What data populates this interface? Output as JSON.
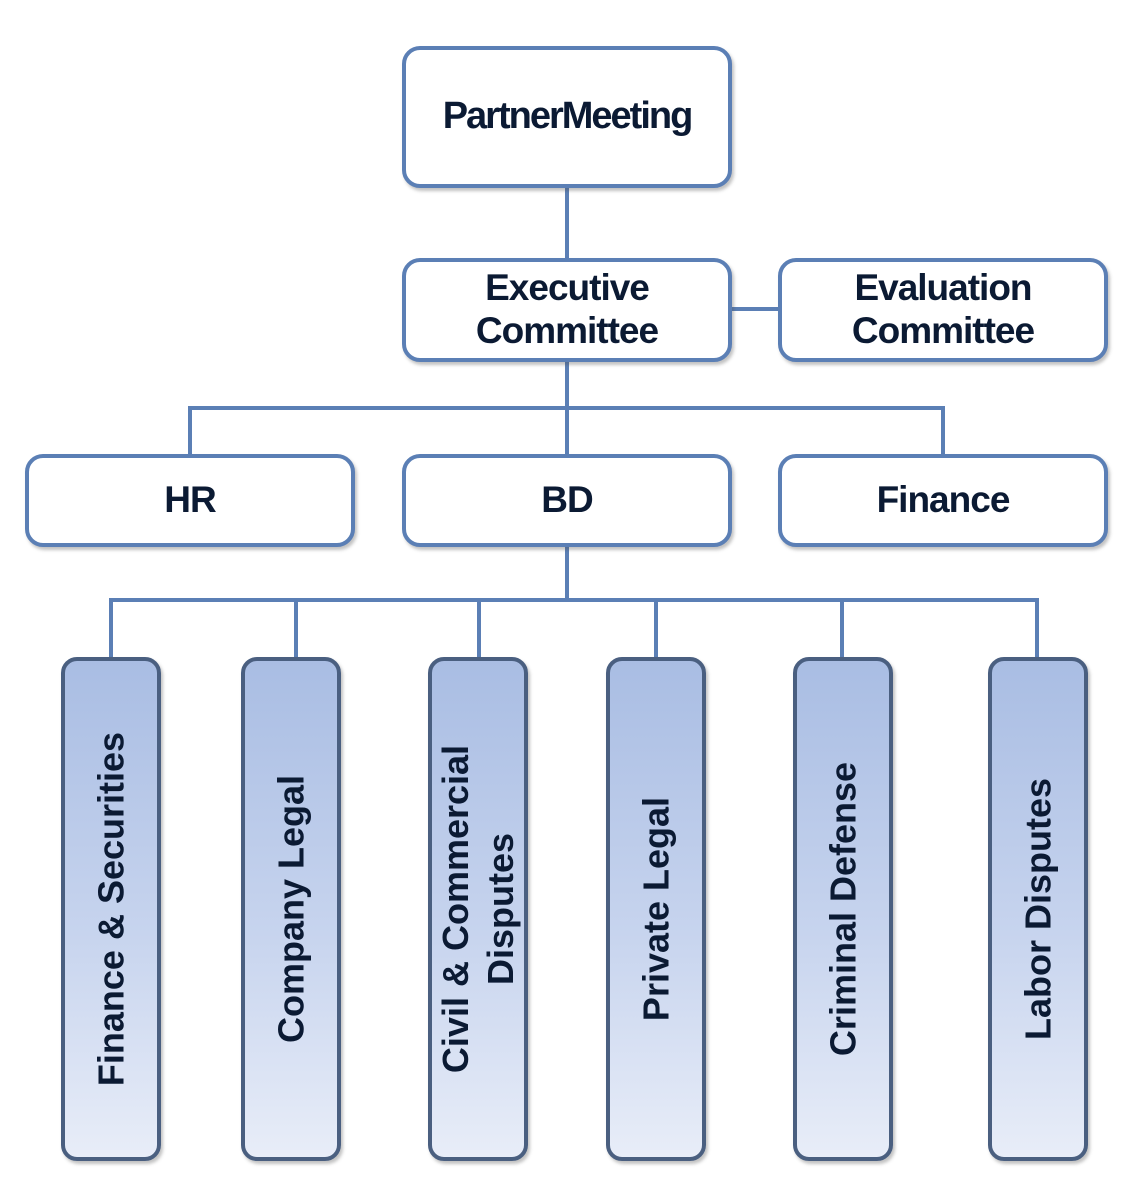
{
  "top": {
    "label": "PartnerMeeting"
  },
  "committees": {
    "executive": "Executive Committee",
    "evaluation": "Evaluation Committee"
  },
  "departments": {
    "hr": "HR",
    "bd": "BD",
    "finance": "Finance"
  },
  "practice_groups": [
    "Finance & Securities",
    "Company Legal",
    "Civil & Commercial Disputes",
    "Private Legal",
    "Criminal Defense",
    "Labor Disputes"
  ],
  "colors": {
    "line": "#5b7fb5",
    "box_border": "#5b7fb5",
    "practice_border": "#4a5f80",
    "practice_fill_top": "#a9bde3",
    "practice_fill_bottom": "#e8edf8",
    "text": "#0b1a33"
  }
}
